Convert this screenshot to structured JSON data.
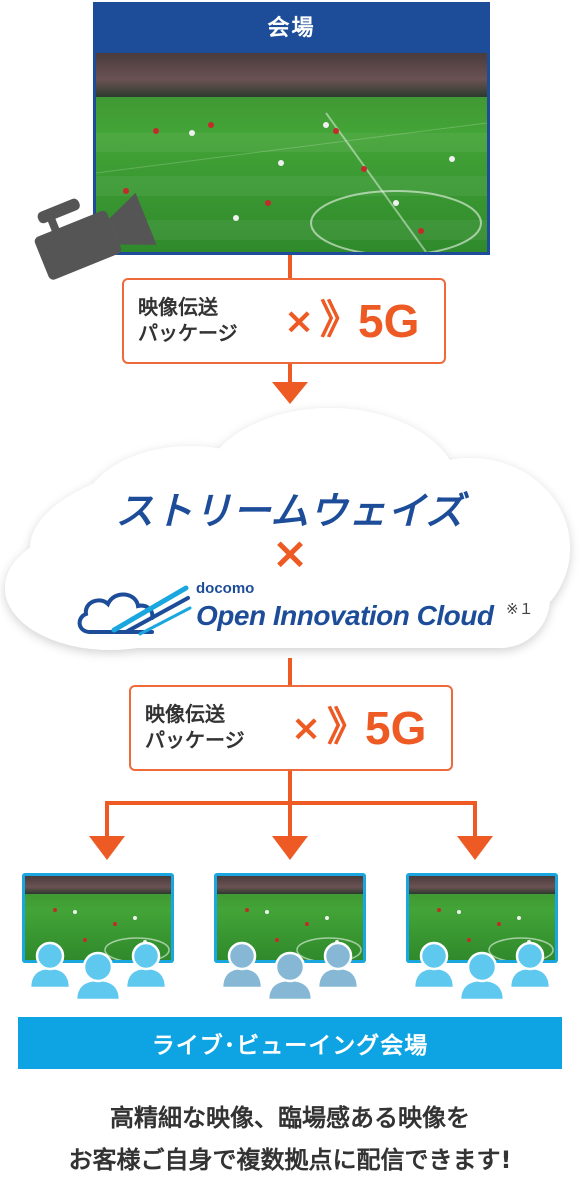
{
  "venue": {
    "title": "会場"
  },
  "package": {
    "line1": "映像伝送",
    "line2": "パッケージ",
    "times": "×",
    "chevron": "》",
    "label_5g": "5G"
  },
  "cloud": {
    "service_name": "ストリームウェイズ",
    "times": "×",
    "docomo": "docomo",
    "oic": "Open Innovation Cloud",
    "note": "※１"
  },
  "live_viewing": {
    "label": "ライブ･ビューイング会場"
  },
  "tagline": {
    "line1": "高精細な映像、臨場感ある映像を",
    "line2": "お客様ご自身で複数拠点に配信できます!"
  },
  "icons": {
    "camera": "video-camera-icon",
    "cloud_logo": "cloud-logo-icon",
    "audience": "audience-icon",
    "arrow": "arrow-down-icon"
  },
  "colors": {
    "brand_blue": "#1d4d99",
    "accent_orange": "#ee5a24",
    "screen_cyan": "#1aa7e0",
    "audience_light": "#5ec8ef",
    "audience_dim": "#86b8d6"
  }
}
